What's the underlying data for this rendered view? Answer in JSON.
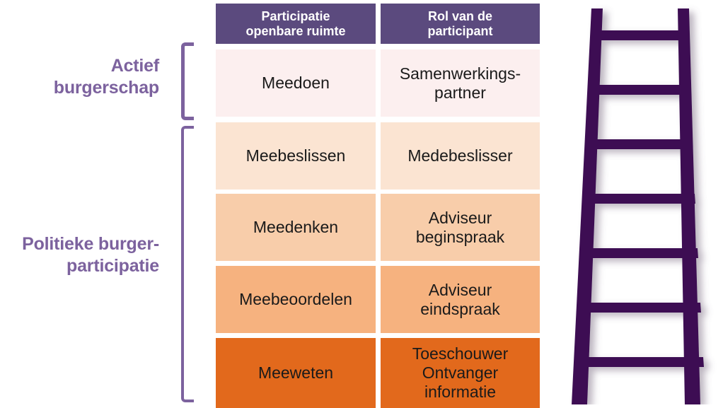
{
  "groups": [
    {
      "id": "actief",
      "label": "Actief\nburgerschap"
    },
    {
      "id": "politiek",
      "label": "Politieke burger-\nparticipatie"
    }
  ],
  "table": {
    "headers": [
      "Participatie\nopenbare ruimte",
      "Rol van de\nparticipant"
    ],
    "rows": [
      {
        "participatie": "Meedoen",
        "rol": "Samenwerkings-\npartner",
        "color": "#FCEFEF",
        "group": "actief"
      },
      {
        "participatie": "Meebeslissen",
        "rol": "Medebeslisser",
        "color": "#FBE4D2",
        "group": "politiek"
      },
      {
        "participatie": "Meedenken",
        "rol": "Adviseur\nbeginspraak",
        "color": "#F8CDAA",
        "group": "politiek"
      },
      {
        "participatie": "Meebeoordelen",
        "rol": "Adviseur\neindspraak",
        "color": "#F6B27F",
        "group": "politiek"
      },
      {
        "participatie": "Meeweten",
        "rol": "Toeschouwer\nOntvanger\ninformatie",
        "color": "#E2691C",
        "group": "politiek"
      }
    ]
  },
  "graphic": {
    "name": "ladder-illustration",
    "rail_color": "#3D1153",
    "rung_count": 7
  },
  "colors": {
    "header_bg": "#5B4A7E",
    "label_purple": "#7C629E",
    "bracket_purple": "#7C629E",
    "ladder_purple": "#3D1153"
  }
}
